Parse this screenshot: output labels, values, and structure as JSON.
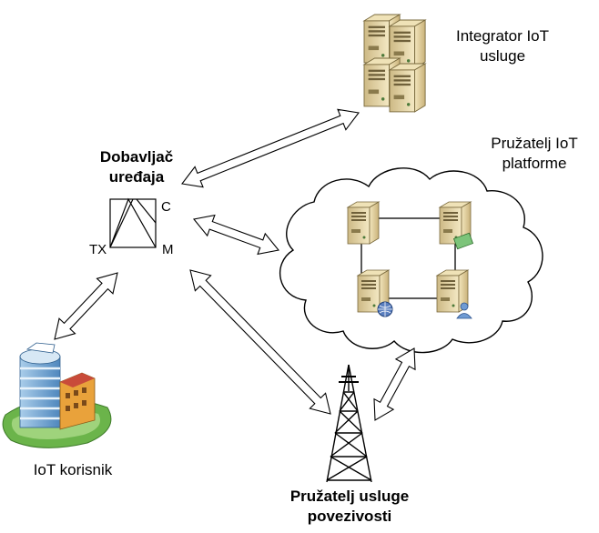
{
  "labels": {
    "integrator": [
      "Integrator IoT",
      "usluge"
    ],
    "platform": [
      "Pružatelj IoT",
      "platforme"
    ],
    "supplier": [
      "Dobavljač",
      "uređaja"
    ],
    "device_c": "C",
    "device_tx": "TX",
    "device_m": "M",
    "user": "IoT korisnik",
    "connectivity": [
      "Pružatelj usluge",
      "povezivosti"
    ]
  },
  "icons": {
    "servers": "server-cluster-icon",
    "cloud": "cloud-icon",
    "device": "device-box-icon",
    "building": "office-building-icon",
    "tower": "radio-tower-icon"
  },
  "colors": {
    "server_body": "#e9d9a6",
    "server_dark": "#b59e63",
    "line": "#000000",
    "building_blue": "#7fb3dd",
    "building_orange": "#e9a23b",
    "grass": "#6bb44a"
  }
}
